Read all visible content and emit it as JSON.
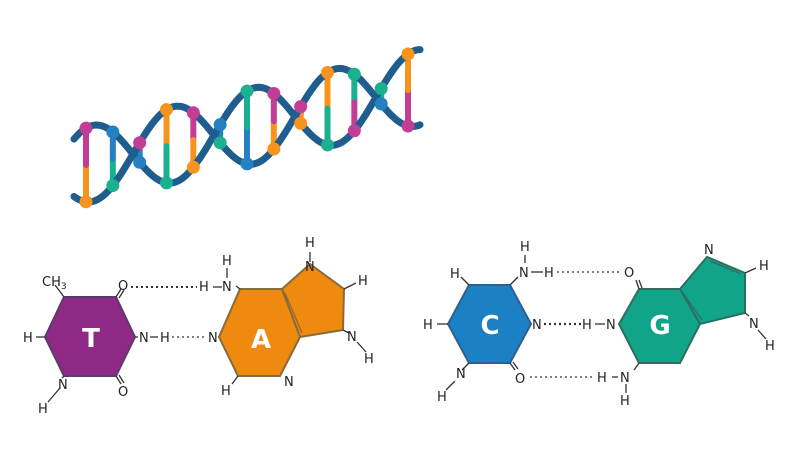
{
  "colors": {
    "background": "#ffffff",
    "backbone": "#1f5d8f",
    "orange": "#f7941d",
    "magenta": "#c13d96",
    "teal": "#1bb08f",
    "blue": "#2680c2",
    "thymine": "#8e2a86",
    "adenine": "#ee8a0e",
    "cytosine": "#1c80c4",
    "guanine": "#10a589",
    "ink": "#222222"
  },
  "helix": {
    "rung_pairs": [
      [
        "orange",
        "magenta"
      ],
      [
        "teal",
        "blue"
      ],
      [
        "magenta",
        "blue"
      ],
      [
        "orange",
        "teal"
      ],
      [
        "magenta",
        "orange"
      ],
      [
        "teal",
        "blue"
      ],
      [
        "blue",
        "teal"
      ],
      [
        "orange",
        "magenta"
      ],
      [
        "magenta",
        "orange"
      ],
      [
        "orange",
        "teal"
      ],
      [
        "teal",
        "magenta"
      ],
      [
        "blue",
        "teal"
      ],
      [
        "magenta",
        "orange"
      ]
    ]
  },
  "pair_ta": {
    "thymine_letter": "T",
    "adenine_letter": "A",
    "ch3": "CH",
    "ch3_sub": "3",
    "o_top": "O",
    "o_bottom": "O",
    "h_ring_left": "H",
    "nh_right_n": "N",
    "nh_right_h": "H",
    "n_bottom_left": "N",
    "h_bottom_left": "H",
    "h_amine_top": "H",
    "h_amine": "H",
    "n_amine": "N",
    "n_adenine_left": "N",
    "n_adenine_bottom": "N",
    "h_adenine_bottom": "H",
    "n_five_top": "N",
    "h_five_top": "H",
    "h_five_right": "H",
    "n_five_bottom": "N",
    "h_five_bottom": "H"
  },
  "pair_cg": {
    "cytosine_letter": "C",
    "guanine_letter": "G",
    "h_c_top": "H",
    "h_c_left": "H",
    "n_c_bottom": "N",
    "h_c_bottom": "H",
    "n_amine": "N",
    "h_amine_right": "H",
    "h_amine_top": "H",
    "n_c_right": "N",
    "o_c_bottom": "O",
    "o_g_top": "O",
    "h_g_left": "H",
    "n_g_left": "N",
    "h_g_bottom_left": "H",
    "n_g_bottom": "N",
    "h_g_bottom": "H",
    "n_five_top": "N",
    "h_five_top": "H",
    "n_five_bottom": "N",
    "h_five_bottom": "H"
  }
}
